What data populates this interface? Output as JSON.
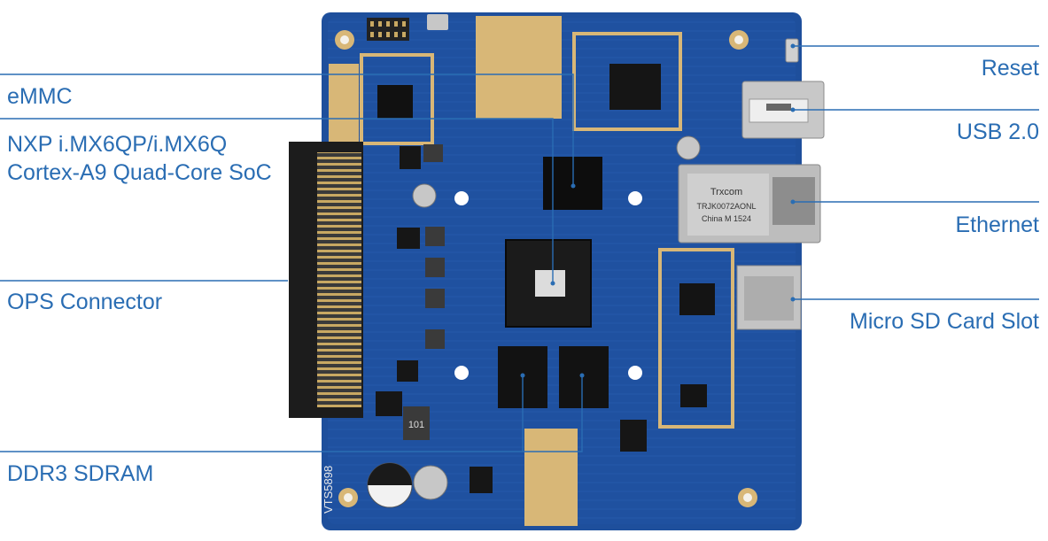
{
  "labels": {
    "emmc": "eMMC",
    "soc_line1": "NXP i.MX6QP/i.MX6Q",
    "soc_line2": "Cortex-A9 Quad-Core SoC",
    "ops": "OPS Connector",
    "ddr3": "DDR3 SDRAM",
    "reset": "Reset",
    "usb": "USB 2.0",
    "ethernet": "Ethernet",
    "sd": "Micro SD Card Slot"
  },
  "board": {
    "silkscreen": "VTS5898",
    "rj45_line1": "Trxcom",
    "rj45_line2": "TRJK0072AONL",
    "rj45_line3": "China M 1524",
    "inductor": "101"
  },
  "colors": {
    "label": "#2a6db3",
    "leader": "#2a6db3",
    "pcb": "#1e4f9c",
    "pcb_dark": "#143a78",
    "gold": "#d8b777"
  }
}
